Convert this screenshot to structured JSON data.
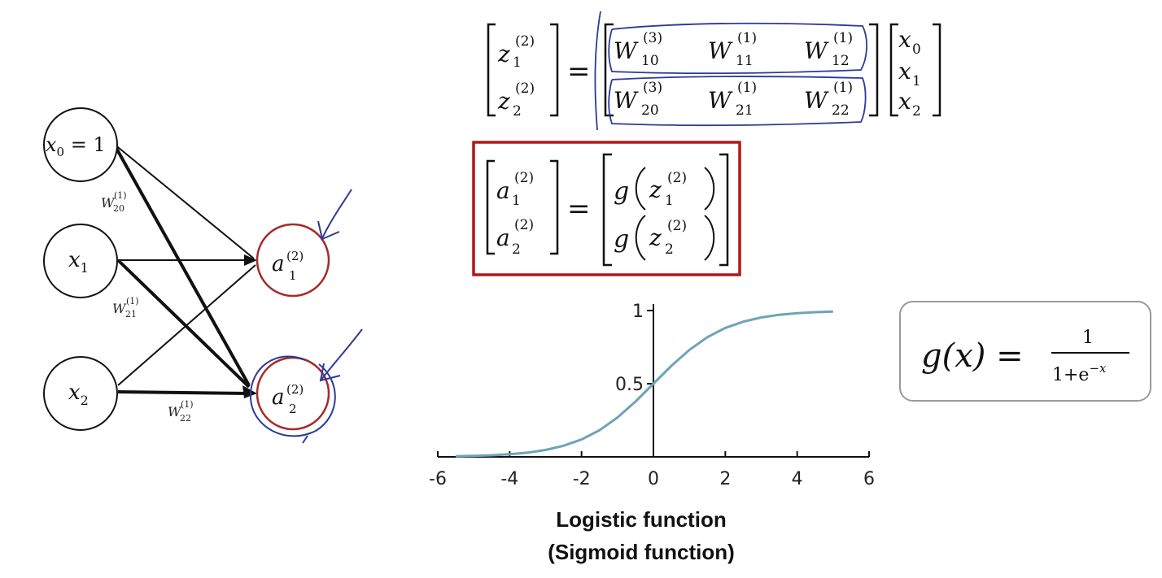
{
  "network": {
    "inputs": [
      {
        "base": "x",
        "sub": "0",
        "suffix": " = 1"
      },
      {
        "base": "x",
        "sub": "1",
        "suffix": ""
      },
      {
        "base": "x",
        "sub": "2",
        "suffix": ""
      }
    ],
    "outputs": [
      {
        "base": "a",
        "sup": "(2)",
        "sub": "1"
      },
      {
        "base": "a",
        "sup": "(2)",
        "sub": "2"
      }
    ],
    "weight_labels": [
      {
        "base": "W",
        "sup": "(1)",
        "sub": "20"
      },
      {
        "base": "W",
        "sup": "(1)",
        "sub": "21"
      },
      {
        "base": "W",
        "sup": "(1)",
        "sub": "22"
      }
    ],
    "colors": {
      "output_circle": "#a52a2a",
      "ink": "#2b3a9a"
    }
  },
  "matrix_eq": {
    "lhs": [
      {
        "base": "z",
        "sup": "(2)",
        "sub": "1"
      },
      {
        "base": "z",
        "sup": "(2)",
        "sub": "2"
      }
    ],
    "equals": "=",
    "weights": [
      [
        {
          "base": "W",
          "sup": "(3)",
          "sub": "10"
        },
        {
          "base": "W",
          "sup": "(1)",
          "sub": "11"
        },
        {
          "base": "W",
          "sup": "(1)",
          "sub": "12"
        }
      ],
      [
        {
          "base": "W",
          "sup": "(3)",
          "sub": "20"
        },
        {
          "base": "W",
          "sup": "(1)",
          "sub": "21"
        },
        {
          "base": "W",
          "sup": "(1)",
          "sub": "22"
        }
      ]
    ],
    "vector": [
      {
        "base": "x",
        "sub": "0"
      },
      {
        "base": "x",
        "sub": "1"
      },
      {
        "base": "x",
        "sub": "2"
      }
    ]
  },
  "activation_eq": {
    "lhs": [
      {
        "base": "a",
        "sup": "(2)",
        "sub": "1"
      },
      {
        "base": "a",
        "sup": "(2)",
        "sub": "2"
      }
    ],
    "equals": "=",
    "func": "g",
    "args": [
      {
        "base": "z",
        "sup": "(2)",
        "sub": "1"
      },
      {
        "base": "z",
        "sup": "(2)",
        "sub": "2"
      }
    ],
    "box_color": "#b01818"
  },
  "sigmoid_formula": {
    "lhs": "g(x) =",
    "numerator": "1",
    "denominator_base": "1+e",
    "denominator_exp": "−x"
  },
  "chart_data": {
    "type": "line",
    "function": "1/(1+exp(-x))",
    "series": [
      {
        "x": [
          -5.5,
          -5,
          -4.5,
          -4,
          -3.5,
          -3,
          -2.5,
          -2,
          -1.5,
          -1,
          -0.5,
          0,
          0.5,
          1,
          1.5,
          2,
          2.5,
          3,
          3.5,
          4,
          4.5,
          5
        ],
        "values": [
          0.004,
          0.007,
          0.011,
          0.018,
          0.029,
          0.047,
          0.076,
          0.119,
          0.182,
          0.269,
          0.378,
          0.5,
          0.622,
          0.731,
          0.818,
          0.881,
          0.924,
          0.953,
          0.971,
          0.982,
          0.989,
          0.993
        ]
      }
    ],
    "xticks": [
      "-6",
      "-4",
      "-2",
      "0",
      "2",
      "4",
      "6"
    ],
    "yticks": [
      "0.5",
      "1"
    ],
    "xlim": [
      -6,
      6
    ],
    "ylim": [
      0,
      1
    ],
    "line_color": "#6fa3b8",
    "caption_lines": [
      "Logistic function",
      "(Sigmoid function)"
    ]
  }
}
